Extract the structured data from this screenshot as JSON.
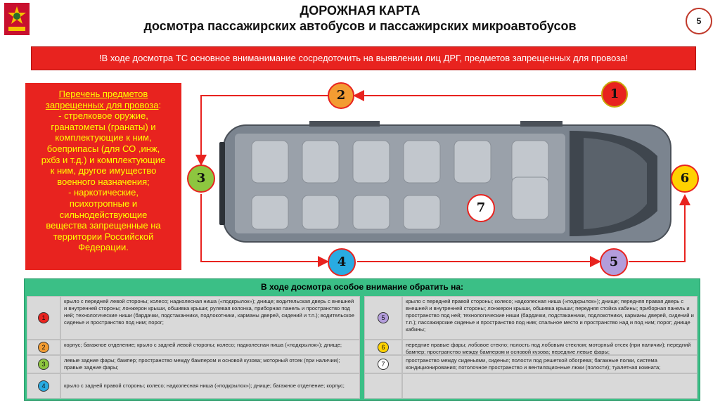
{
  "header": {
    "title_line1": "ДОРОЖНАЯ КАРТА",
    "title_line2": "досмотра пассажирских автобусов и пассажирских микроавтобусов",
    "page_number": "5"
  },
  "banner": {
    "text": "!В ходе досмотра ТС основное вниманимание сосредоточить на выявлении лиц ДРГ, предметов запрещенных для провоза!"
  },
  "prohibited_list": {
    "title_lines": [
      "Перечень предметов",
      "запрещенных для провоза"
    ],
    "title_colon": ":",
    "lines": [
      "- стрелковое оружие,",
      "гранатометы (гранаты) и",
      "комплектующие к ним,",
      "боеприпасы (для СО ,инж,",
      "рхбз и т.д.) и комплектующие",
      "к ним, другое имущество",
      "военного назначения;",
      "- наркотические,",
      "психотропные и",
      "сильнодействующие",
      "вещества запрещенные на",
      "территории Российской",
      "Федерации."
    ]
  },
  "route_points": [
    {
      "label": "1",
      "color": "#e8231f"
    },
    {
      "label": "2",
      "color": "#f39c32"
    },
    {
      "label": "3",
      "color": "#8dc63f"
    },
    {
      "label": "4",
      "color": "#29abe2"
    },
    {
      "label": "5",
      "color": "#b39ddb"
    },
    {
      "label": "6",
      "color": "#ffd200"
    },
    {
      "label": "7",
      "color": "#ffffff"
    }
  ],
  "inspection_table": {
    "header": "В ходе досмотра особое внимание обратить на:",
    "left_rows": [
      {
        "num": "1",
        "color": "#e8231f",
        "text": "крыло с передней левой стороны; колесо; надколесная ниша («подкрылок»); днище; водительская дверь с внешней и внутренней стороны; лонжерон крыши, обшивка крыши; рулевая колонка, приборная панель и пространство под ней; технологические ниши (бардачки, подстаканники, подлокотники, карманы дверей, сидений и т.п.); водительское сиденье и пространство под ним; порог;"
      },
      {
        "num": "2",
        "color": "#f39c32",
        "text": "корпус; багажное отделение; крыло с задней левой стороны; колесо; надколесная ниша («подкрылок»); днище;"
      },
      {
        "num": "3",
        "color": "#8dc63f",
        "text": "левые задние фары; бампер; пространство между бампером и основой кузова; моторный отсек (при наличии); правые задние фары;"
      },
      {
        "num": "4",
        "color": "#29abe2",
        "text": "крыло с задней правой стороны; колесо; надколесная ниша («подкрылок»); днище; багажное отделение; корпус;"
      }
    ],
    "right_rows": [
      {
        "num": "5",
        "color": "#b39ddb",
        "text": "крыло с передней правой стороны; колесо; надколесная ниша («подкрылок»); днище; передняя правая дверь с внешней и внутренней стороны; лонжерон крыши, обшивка крыши; передняя стойка кабины; приборная панель и пространство под ней; технологические ниши (бардачки, подстаканники, подлокотники, карманы дверей, сидений и т.п.); пассажирские сиденье и пространство под ним; спальное место и пространство над и под ним; порог; днище кабины;"
      },
      {
        "num": "6",
        "color": "#ffd200",
        "text": "передние правые фары; лобовое стекло; полость под лобовым стеклом; моторный отсек (при наличии); передний бампер; пространство между бампером и основой кузова; передние левые фары;"
      },
      {
        "num": "7",
        "color": "#ffffff",
        "text": "пространство между сиденьями, сиденья; полости под решеткой обогрева; багажные полки, система кондиционирования; потолочное пространство и вентиляционные люки (полости); туалетная комната;"
      },
      {
        "num": "",
        "color": "",
        "text": ""
      }
    ]
  }
}
